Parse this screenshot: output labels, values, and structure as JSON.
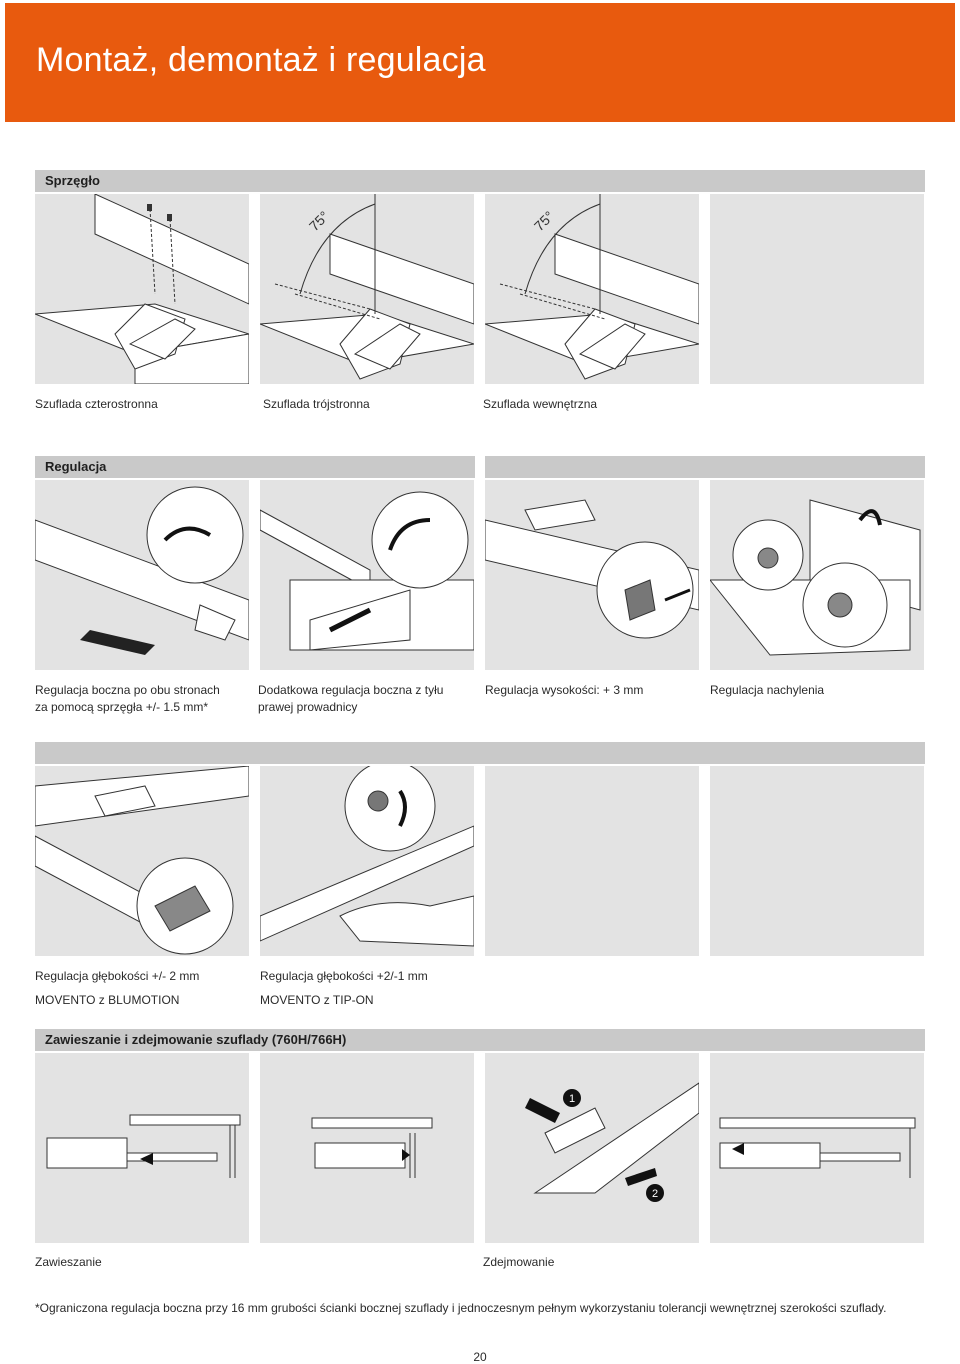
{
  "header": {
    "title": "Montaż, demontaż i regulacja",
    "color": "#e85a0e"
  },
  "sections": {
    "coupling": {
      "title": "Sprzęgło",
      "captions": [
        "Szuflada czterostronna",
        "Szuflada trójstronna",
        "Szuflada wewnętrzna"
      ],
      "angle_label": "75°"
    },
    "adjustment": {
      "title": "Regulacja",
      "captions": {
        "side_line1": "Regulacja boczna po obu stronach",
        "side_line2": "za pomocą sprzęgła +/- 1.5 mm*",
        "extra_line1": "Dodatkowa regulacja boczna z tyłu",
        "extra_line2": "prawej prowadnicy",
        "height": "Regulacja wysokości: + 3 mm",
        "tilt": "Regulacja nachylenia"
      }
    },
    "depth": {
      "title": "",
      "captions": {
        "blumotion_line1": "Regulacja głębokości +/- 2 mm",
        "blumotion_line2": "MOVENTO z BLUMOTION",
        "tipon_line1": "Regulacja głębokości +2/-1 mm",
        "tipon_line2": "MOVENTO z TIP-ON"
      }
    },
    "hanging": {
      "title": "Zawieszanie i zdejmowanie szuflady (760H/766H)",
      "captions": {
        "hang": "Zawieszanie",
        "remove": "Zdejmowanie"
      },
      "step_labels": [
        "1",
        "2"
      ]
    }
  },
  "footnote": "*Ograniczona regulacja boczna przy 16 mm grubości ścianki bocznej szuflady i jednoczesnym pełnym wykorzystaniu tolerancji wewnętrznej szerokości szuflady.",
  "page_number": "20"
}
